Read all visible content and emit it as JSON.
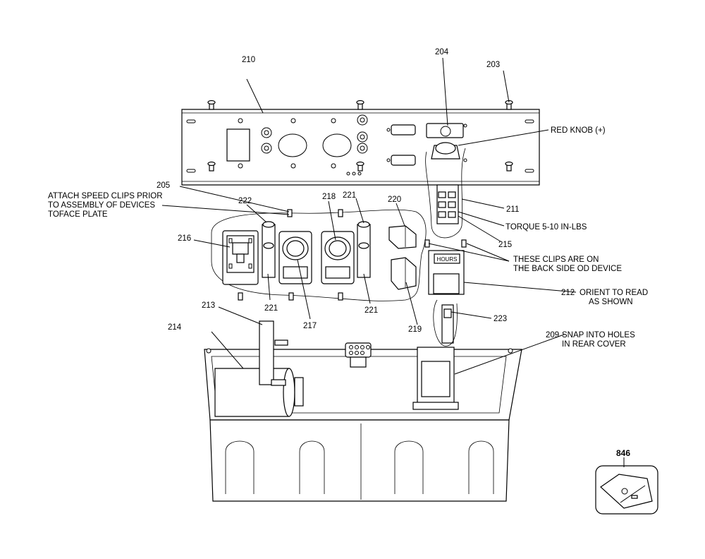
{
  "callouts": {
    "c210": "210",
    "c204": "204",
    "c203": "203",
    "c205": "205",
    "c222": "222",
    "c218": "218",
    "c221a": "221",
    "c220": "220",
    "c216": "216",
    "c221b": "221",
    "c217": "217",
    "c221c": "221",
    "c219": "219",
    "c211": "211",
    "c215": "215",
    "c212": "212",
    "c223": "223",
    "c213": "213",
    "c214": "214",
    "c209": "209",
    "c846": "846"
  },
  "notes": {
    "red_knob": "RED KNOB (+)",
    "attach_line1": "ATTACH SPEED CLIPS PRIOR",
    "attach_line2": "TO ASSEMBLY OF DEVICES",
    "attach_line3": "TOFACE PLATE",
    "torque": "TORQUE 5-10 IN-LBS",
    "clips_line1": "THESE CLIPS ARE ON",
    "clips_line2": "THE BACK SIDE OD DEVICE",
    "orient_line1": "ORIENT TO READ",
    "orient_line2": "AS SHOWN",
    "snap_line1": "SNAP INTO HOLES",
    "snap_line2": "IN REAR COVER",
    "hours": "HOURS"
  }
}
